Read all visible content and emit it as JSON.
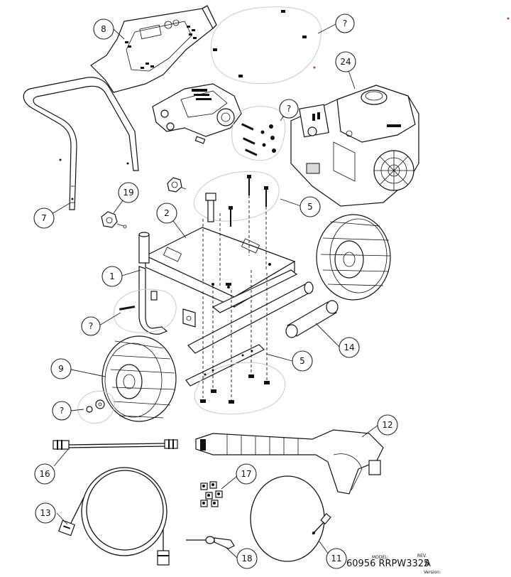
{
  "callouts": [
    {
      "id": "c8",
      "label": "8"
    },
    {
      "id": "cq1",
      "label": "?"
    },
    {
      "id": "c24",
      "label": "24"
    },
    {
      "id": "cq2",
      "label": "?"
    },
    {
      "id": "c7",
      "label": "7"
    },
    {
      "id": "c19",
      "label": "19"
    },
    {
      "id": "c2",
      "label": "2"
    },
    {
      "id": "c5a",
      "label": "5"
    },
    {
      "id": "c1",
      "label": "1"
    },
    {
      "id": "cq3",
      "label": "?"
    },
    {
      "id": "c14",
      "label": "14"
    },
    {
      "id": "c9",
      "label": "9"
    },
    {
      "id": "c5b",
      "label": "5"
    },
    {
      "id": "cq4",
      "label": "?"
    },
    {
      "id": "c12",
      "label": "12"
    },
    {
      "id": "c16",
      "label": "16"
    },
    {
      "id": "c17",
      "label": "17"
    },
    {
      "id": "c13",
      "label": "13"
    },
    {
      "id": "c18",
      "label": "18"
    },
    {
      "id": "c11",
      "label": "11"
    }
  ],
  "title_block": {
    "model_label": "MODEL:",
    "rev_label": "REV.",
    "model": "60956 RRPW3325",
    "rev": "A",
    "version_label": "Version:"
  },
  "colors": {
    "line": "#111111",
    "halo": "#c9c9c9",
    "background": "#ffffff",
    "dot": "#d0312d"
  }
}
